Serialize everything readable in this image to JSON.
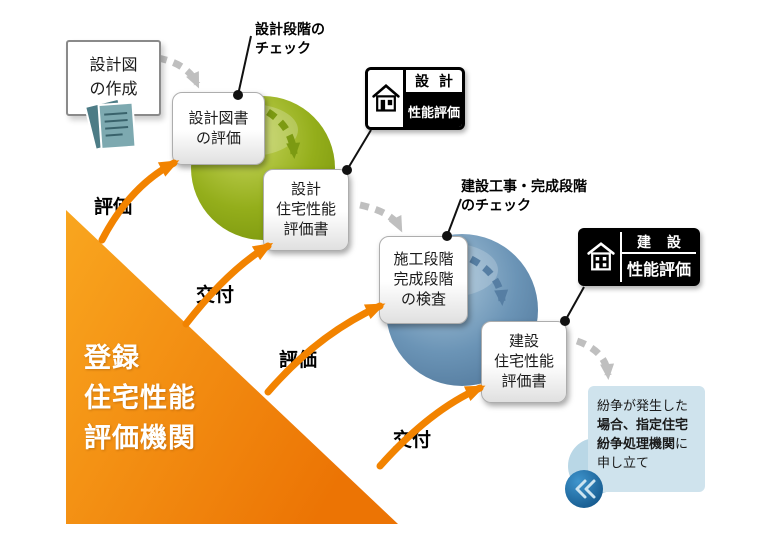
{
  "boxes": {
    "design_drawing": "設計図\nの作成",
    "design_doc_eval": "設計図書\nの評価",
    "design_report": "設計\n住宅性能\n評価書",
    "inspection": "施工段階\n完成段階\nの検査",
    "construction_report": "建設\n住宅性能\n評価書"
  },
  "annotations": {
    "design_check": "設計段階の\nチェック",
    "construction_check": "建設工事・完成段階\nのチェック"
  },
  "flow_labels": {
    "eval_1": "評価",
    "issue_1": "交付",
    "eval_2": "評価",
    "issue_2": "交付"
  },
  "organization": "登録\n住宅性能\n評価機関",
  "badges": {
    "design": {
      "type": "設 計",
      "label": "性能評価"
    },
    "construction": {
      "type": "建 設",
      "label": "性能評価"
    }
  },
  "dispute_note": {
    "pre": "紛争が発生した",
    "bold": "場合、指定住宅紛争処理機関",
    "post": "に申し立て"
  },
  "icons": {
    "documents": "blueprint-papers-icon",
    "design_badge": "house-icon",
    "construction_badge": "building-icon",
    "dispute": "double-chevron-left-icon"
  },
  "colors": {
    "triangle_orange_light": "#f9a61f",
    "triangle_orange_dark": "#ec7404",
    "arrow_orange": "#f28300",
    "stage_green": "#94ae1b",
    "stage_blue": "#6b94b6",
    "dashed_gray": "#bfbfbf",
    "dispute_bg": "#cfe3ed",
    "dispute_circle": "#1f6fa8"
  }
}
